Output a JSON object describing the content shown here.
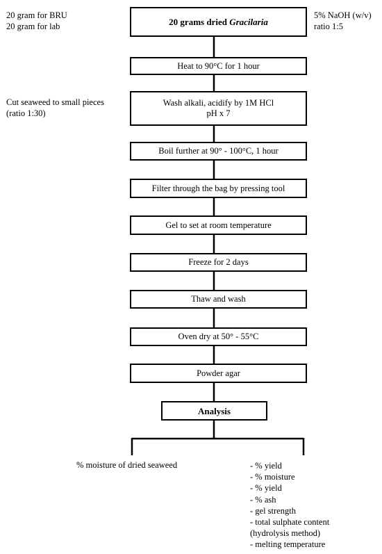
{
  "notes": {
    "top_left": [
      "20 gram for BRU",
      "20 gram for lab"
    ],
    "top_right": [
      "5% NaOH (w/v)",
      "ratio 1:5"
    ],
    "mid_left": [
      "Cut seaweed to small pieces",
      "(ratio 1:30)"
    ]
  },
  "steps": {
    "start_prefix": "20 grams dried ",
    "start_species": "Gracilaria",
    "heat": "Heat to 90°C for 1 hour",
    "wash_line1": "Wash alkali, acidify by 1M HCl",
    "wash_line2": "pH x 7",
    "boil": "Boil further at 90° -  100°C, 1 hour",
    "filter": "Filter through the bag by pressing tool",
    "gel": "Gel to set at room temperature",
    "freeze": "Freeze for 2 days",
    "thaw": "Thaw and wash",
    "oven": "Oven dry at 50° - 55°C",
    "powder": "Powder agar",
    "analysis": "Analysis"
  },
  "outputs": {
    "left": "% moisture of dried seaweed",
    "right": [
      "- % yield",
      "-  % moisture",
      "-  % yield",
      "-  % ash",
      "-  gel strength",
      "-  total sulphate content",
      "(hydrolysis method)",
      "-  melting temperature"
    ]
  }
}
